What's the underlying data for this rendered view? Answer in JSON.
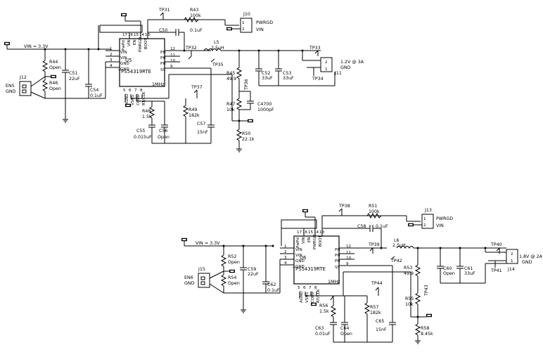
{
  "top": {
    "vin_label": "VIN = 3.3V",
    "ic": {
      "ref": "U5",
      "part": "TPS54319RTE",
      "freq": "1MHz",
      "left_pins": [
        {
          "n": "1",
          "name": "VIN"
        },
        {
          "n": "2",
          "name": "VIN"
        },
        {
          "n": "3",
          "name": "GND"
        },
        {
          "n": "4",
          "name": "GND"
        }
      ],
      "right_pins": [
        {
          "n": "12",
          "name": "PH"
        },
        {
          "n": "11",
          "name": "PH"
        },
        {
          "n": "10",
          "name": "PH"
        },
        {
          "n": "9",
          "name": "SS"
        }
      ],
      "top_pins": [
        {
          "n": "17",
          "name": "PwPd"
        },
        {
          "n": "16",
          "name": "VIN"
        },
        {
          "n": "15",
          "name": "EN"
        },
        {
          "n": "14",
          "name": "PWRGD"
        },
        {
          "n": "13",
          "name": "BOOT"
        }
      ],
      "bottom_pins": [
        {
          "n": "5",
          "name": "AGND"
        },
        {
          "n": "6",
          "name": "VSNS"
        },
        {
          "n": "7",
          "name": "COMP"
        },
        {
          "n": "8",
          "name": "RT/CLK"
        }
      ]
    },
    "tp31": "TP31",
    "tp32": "TP32",
    "tp33": "TP33",
    "tp34": "TP34",
    "tp35": "TP35",
    "tp36": "TP36",
    "tp37": "TP37",
    "r43": "R43",
    "r43v": "100k",
    "j10": "J10",
    "pwrgd": "PWRGD",
    "vin": "VIN",
    "c50": "C50",
    "c50v": "0.1uF",
    "l5": "L5",
    "l5v": "2.5uH",
    "j11": "J11",
    "vout": "1.2V @ 3A",
    "gnd": "GND",
    "c52": "C52",
    "c52v": "33uF",
    "c53": "C53",
    "c53v": "33uF",
    "r45": "R45",
    "r45v": "49.9",
    "r47": "R47",
    "r47v": "10k",
    "c4700": "C4700",
    "c4700v": "1000pF",
    "r50": "R50",
    "r50v": "22.1k",
    "r49": "R49",
    "r49v": "182k",
    "c57": "C57",
    "c57v": "15nF",
    "r48": "R48",
    "r48v": "1.5k",
    "c55": "C55",
    "c55v": "0.015uF",
    "c56": "C56",
    "c56v": "Open",
    "j12": "J12",
    "en": "EN5",
    "r44": "R44",
    "r44v": "Open",
    "r46": "R46",
    "r46v": "Open",
    "c51": "C51",
    "c51v": "22uF",
    "c54": "C54",
    "c54v": "0.1uF"
  },
  "bottom": {
    "vin_label": "VIN = 3.3V",
    "ic": {
      "ref": "U6",
      "part": "TPS54319RTE",
      "freq": "1MHz",
      "left_pins": [
        {
          "n": "1",
          "name": "VIN"
        },
        {
          "n": "2",
          "name": "VIN"
        },
        {
          "n": "3",
          "name": "GND"
        },
        {
          "n": "4",
          "name": "GND"
        }
      ],
      "right_pins": [
        {
          "n": "12",
          "name": "PH"
        },
        {
          "n": "11",
          "name": "PH"
        },
        {
          "n": "10",
          "name": "PH"
        },
        {
          "n": "9",
          "name": "SS"
        }
      ],
      "top_pins": [
        {
          "n": "17",
          "name": "PwPd"
        },
        {
          "n": "16",
          "name": "VIN"
        },
        {
          "n": "15",
          "name": "EN"
        },
        {
          "n": "14",
          "name": "PWRGD"
        },
        {
          "n": "13",
          "name": "BOOT"
        }
      ],
      "bottom_pins": [
        {
          "n": "5",
          "name": "AGND"
        },
        {
          "n": "6",
          "name": "VSNS"
        },
        {
          "n": "7",
          "name": "COMP"
        },
        {
          "n": "8",
          "name": "RT/CLK"
        }
      ]
    },
    "tp38": "TP38",
    "tp39": "TP39",
    "tp40": "TP40",
    "tp41": "TP41",
    "tp42": "TP42",
    "tp43": "TP43",
    "tp44": "TP44",
    "r51": "R51",
    "r51v": "100k",
    "j13": "J13",
    "pwrgd": "PWRGD",
    "vin": "VIN",
    "c58": "C58",
    "c58v": "0.1uF",
    "l6": "L6",
    "l6v": "2.5uH",
    "j14": "J14",
    "vout": "1.8V @ 2A",
    "gnd": "GND",
    "c60": "C60",
    "c60v": "Open",
    "c61": "C61",
    "c61v": "33uF",
    "r53": "R53",
    "r53v": "49.9",
    "r55": "R55",
    "r55v": "10k",
    "r58": "R58",
    "r58v": "8.45k",
    "r57": "R57",
    "r57v": "182k",
    "c65": "C65",
    "c65v": "15nF",
    "r56": "R56",
    "r56v": "1.5k",
    "c63": "C63",
    "c63v": "0.01uF",
    "c64": "C64",
    "c64v": "Open",
    "j15": "J15",
    "en": "EN6",
    "r52": "R52",
    "r52v": "Open",
    "r54": "R54",
    "r54v": "Open",
    "c59": "C59",
    "c59v": "22uF",
    "c62": "C62",
    "c62v": "0.1uF"
  }
}
